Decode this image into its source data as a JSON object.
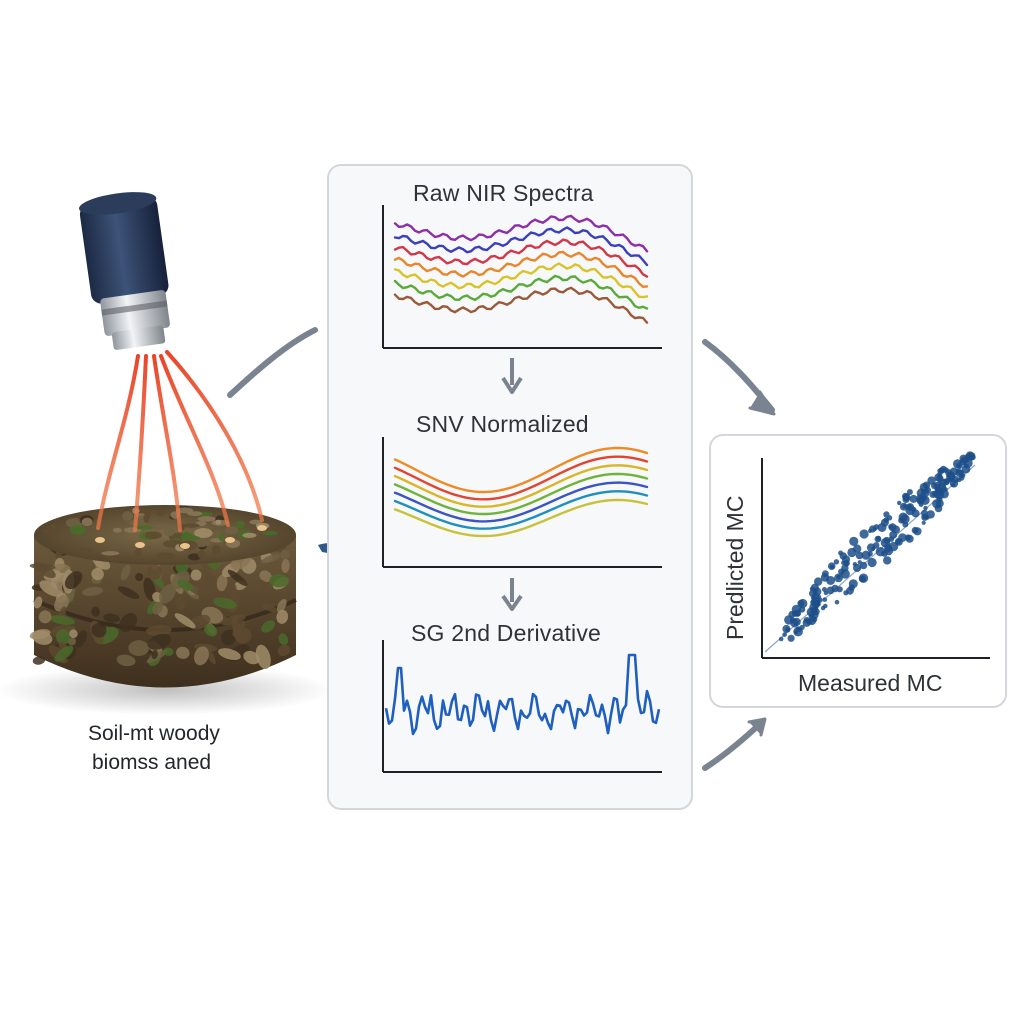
{
  "sample": {
    "caption_line1": "Soil-mt woody",
    "caption_line2": "biomss aned"
  },
  "pipeline": {
    "raw": {
      "title": "Raw NIR Spectra"
    },
    "snv": {
      "title": "SNV Normalized"
    },
    "sg": {
      "title": "SG 2nd Derivative"
    }
  },
  "regression": {
    "xlabel": "Measured MC",
    "ylabel": "Predlicted MC"
  },
  "colors": {
    "spectra": [
      "#8e2fa8",
      "#3b3fb8",
      "#d2364a",
      "#e8862c",
      "#d8c42a",
      "#5aaa3a",
      "#9a5a3a"
    ],
    "snv": [
      "#f08a24",
      "#e0452f",
      "#d9b528",
      "#6fb33a",
      "#3a55c0",
      "#1e8fbf",
      "#c7c23a"
    ],
    "derivative": "#1f5fbf",
    "scatter": "#1d4f8a",
    "laser": "#e8452a",
    "arrow": "#7a8491"
  }
}
